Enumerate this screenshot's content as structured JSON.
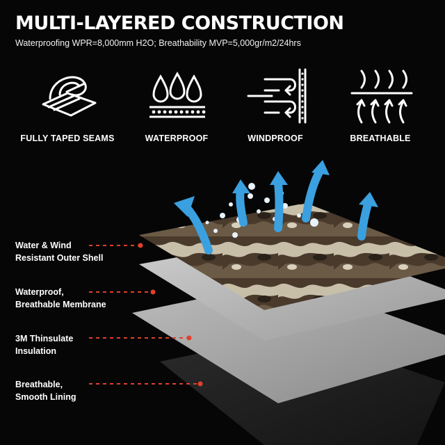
{
  "header": {
    "title": "MULTI-LAYERED CONSTRUCTION",
    "subtitle": "Waterproofing WPR=8,000mm H2O; Breathability MVP=5,000gr/m2/24hrs"
  },
  "features": [
    {
      "label": "FULLY TAPED SEAMS",
      "icon": "taped-seams-icon"
    },
    {
      "label": "WATERPROOF",
      "icon": "water-drops-icon"
    },
    {
      "label": "WINDPROOF",
      "icon": "wind-wall-icon"
    },
    {
      "label": "BREATHABLE",
      "icon": "vapor-arrows-icon"
    }
  ],
  "layers": [
    {
      "line1": "Water & Wind",
      "line2": "Resistant Outer Shell"
    },
    {
      "line1": "Waterproof,",
      "line2": "Breathable Membrane"
    },
    {
      "line1": "3M Thinsulate",
      "line2": "Insulation"
    },
    {
      "line1": "Breathable,",
      "line2": "Smooth Lining"
    }
  ],
  "colors": {
    "background": "#060606",
    "accent_dash": "#e0402c",
    "vapor_arrow": "#3aa0e0",
    "layer_gray": "#a9a9a9",
    "lining_dark": "#1c1c1c"
  }
}
